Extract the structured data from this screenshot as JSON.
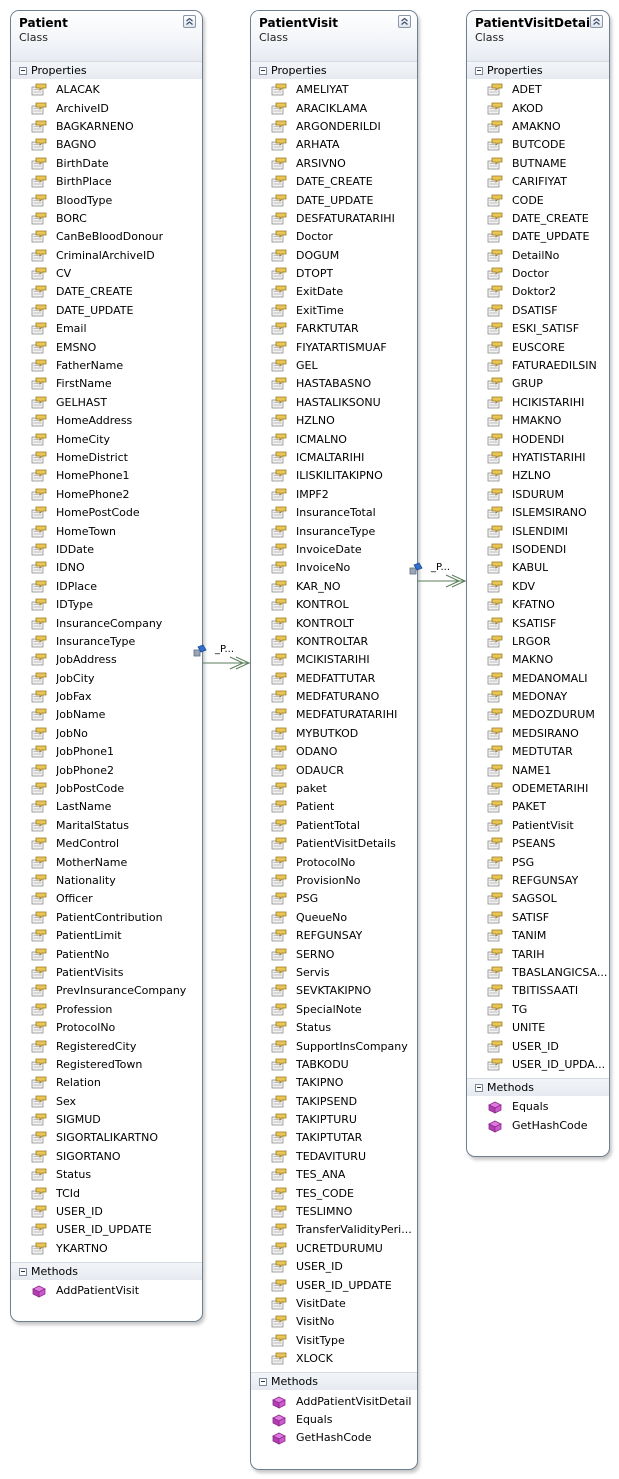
{
  "classes": {
    "patient": {
      "name": "Patient",
      "stereotype": "Class",
      "properties_label": "Properties",
      "methods_label": "Methods",
      "properties": [
        "ALACAK",
        "ArchiveID",
        "BAGKARNENO",
        "BAGNO",
        "BirthDate",
        "BirthPlace",
        "BloodType",
        "BORC",
        "CanBeBloodDonour",
        "CriminalArchiveID",
        "CV",
        "DATE_CREATE",
        "DATE_UPDATE",
        "Email",
        "EMSNO",
        "FatherName",
        "FirstName",
        "GELHAST",
        "HomeAddress",
        "HomeCity",
        "HomeDistrict",
        "HomePhone1",
        "HomePhone2",
        "HomePostCode",
        "HomeTown",
        "IDDate",
        "IDNO",
        "IDPlace",
        "IDType",
        "InsuranceCompany",
        "InsuranceType",
        "JobAddress",
        "JobCity",
        "JobFax",
        "JobName",
        "JobNo",
        "JobPhone1",
        "JobPhone2",
        "JobPostCode",
        "LastName",
        "MaritalStatus",
        "MedControl",
        "MotherName",
        "Nationality",
        "Officer",
        "PatientContribution",
        "PatientLimit",
        "PatientNo",
        "PatientVisits",
        "PrevInsuranceCompany",
        "Profession",
        "ProtocolNo",
        "RegisteredCity",
        "RegisteredTown",
        "Relation",
        "Sex",
        "SIGMUD",
        "SIGORTALIKARTNO",
        "SIGORTANO",
        "Status",
        "TCId",
        "USER_ID",
        "USER_ID_UPDATE",
        "YKARTNO"
      ],
      "methods": [
        "AddPatientVisit"
      ]
    },
    "patientVisit": {
      "name": "PatientVisit",
      "stereotype": "Class",
      "properties_label": "Properties",
      "methods_label": "Methods",
      "properties": [
        "AMELIYAT",
        "ARACIKLAMA",
        "ARGONDERILDI",
        "ARHATA",
        "ARSIVNO",
        "DATE_CREATE",
        "DATE_UPDATE",
        "DESFATURATARIHI",
        "Doctor",
        "DOGUM",
        "DTOPT",
        "ExitDate",
        "ExitTime",
        "FARKTUTAR",
        "FIYATARTISMUAF",
        "GEL",
        "HASTABASNO",
        "HASTALIKSONU",
        "HZLNO",
        "ICMALNO",
        "ICMALTARIHI",
        "ILISKILITAKIPNO",
        "IMPF2",
        "InsuranceTotal",
        "InsuranceType",
        "InvoiceDate",
        "InvoiceNo",
        "KAR_NO",
        "KONTROL",
        "KONTROLT",
        "KONTROLTAR",
        "MCIKISTARIHI",
        "MEDFATTUTAR",
        "MEDFATURANO",
        "MEDFATURATARIHI",
        "MYBUTKOD",
        "ODANO",
        "ODAUCR",
        "paket",
        "Patient",
        "PatientTotal",
        "PatientVisitDetails",
        "ProtocolNo",
        "ProvisionNo",
        "PSG",
        "QueueNo",
        "REFGUNSAY",
        "SERNO",
        "Servis",
        "SEVKTAKIPNO",
        "SpecialNote",
        "Status",
        "SupportInsCompany",
        "TABKODU",
        "TAKIPNO",
        "TAKIPSEND",
        "TAKIPTURU",
        "TAKIPTUTAR",
        "TEDAVITURU",
        "TES_ANA",
        "TES_CODE",
        "TESLIMNO",
        "TransferValidityPeri...",
        "UCRETDURUMU",
        "USER_ID",
        "USER_ID_UPDATE",
        "VisitDate",
        "VisitNo",
        "VisitType",
        "XLOCK"
      ],
      "methods": [
        "AddPatientVisitDetail",
        "Equals",
        "GetHashCode"
      ]
    },
    "patientVisitDetail": {
      "name": "PatientVisitDetail",
      "stereotype": "Class",
      "properties_label": "Properties",
      "methods_label": "Methods",
      "properties": [
        "ADET",
        "AKOD",
        "AMAKNO",
        "BUTCODE",
        "BUTNAME",
        "CARIFIYAT",
        "CODE",
        "DATE_CREATE",
        "DATE_UPDATE",
        "DetailNo",
        "Doctor",
        "Doktor2",
        "DSATISF",
        "ESKI_SATISF",
        "EUSCORE",
        "FATURAEDILSIN",
        "GRUP",
        "HCIKISTARIHI",
        "HMAKNO",
        "HODENDI",
        "HYATISTARIHI",
        "HZLNO",
        "ISDURUM",
        "ISLEMSIRANO",
        "ISLENDIMI",
        "ISODENDI",
        "KABUL",
        "KDV",
        "KFATNO",
        "KSATISF",
        "LRGOR",
        "MAKNO",
        "MEDANOMALI",
        "MEDONAY",
        "MEDOZDURUM",
        "MEDSIRANO",
        "MEDTUTAR",
        "NAME1",
        "ODEMETARIHI",
        "PAKET",
        "PatientVisit",
        "PSEANS",
        "PSG",
        "REFGUNSAY",
        "SAGSOL",
        "SATISF",
        "TANIM",
        "TARIH",
        "TBASLANGICSA...",
        "TBITISSAATI",
        "TG",
        "UNITE",
        "USER_ID",
        "USER_ID_UPDA..."
      ],
      "methods": [
        "Equals",
        "GetHashCode"
      ]
    }
  },
  "associations": [
    {
      "label": "_P...",
      "from": "Patient",
      "to": "PatientVisit"
    },
    {
      "label": "_P...",
      "from": "PatientVisit",
      "to": "PatientVisitDetail"
    }
  ],
  "icons": {
    "property": "property-icon",
    "method": "method-icon",
    "collapse": "collapse-icon",
    "association": "association-icon"
  },
  "colors": {
    "border": "#6f7f92",
    "connector": "#5a7d5a",
    "method_icon": "#c04cc0",
    "property_icon": "#c9a23a"
  }
}
